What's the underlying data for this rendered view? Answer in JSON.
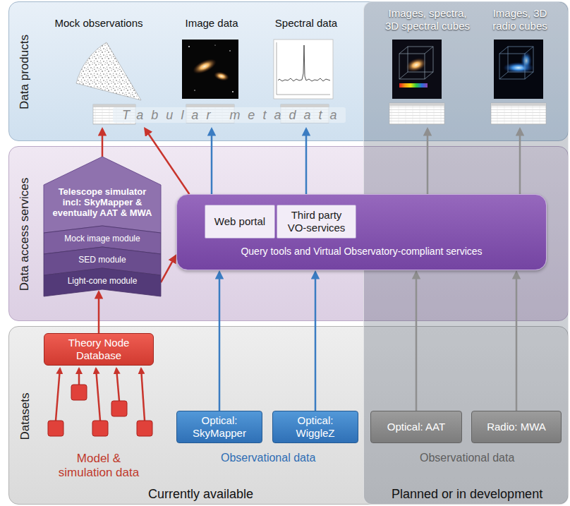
{
  "diagram": {
    "nodes": [
      {
        "text": [
          "Data products"
        ]
      },
      {
        "text": [
          "Data access services"
        ]
      },
      {
        "text": [
          "Datasets"
        ]
      },
      {
        "text": [
          "Mock observations"
        ],
        "in": 0
      },
      {
        "text": [
          "Image data"
        ],
        "in": 0
      },
      {
        "text": [
          "Spectral data"
        ],
        "in": 0
      },
      {
        "text": [
          "Images, spectra, 3D spectral cubes"
        ],
        "in": 0
      },
      {
        "text": [
          "Images, 3D radio cubes"
        ],
        "in": 0
      },
      {
        "text": [
          "Telescope simulator incl: SkyMapper & eventually AAT & MWA"
        ],
        "in": 1
      },
      {
        "text": [
          "Mock image module"
        ],
        "in": 8
      },
      {
        "text": [
          "SED module"
        ],
        "in": 8
      },
      {
        "text": [
          "Light-cone module"
        ],
        "in": 8
      },
      {
        "text": [
          "Query tools and Virtual Observatory-compliant services"
        ],
        "in": 1
      },
      {
        "text": [
          "Web portal"
        ],
        "in": 12
      },
      {
        "text": [
          "Third party VO-services"
        ],
        "in": 12
      },
      {
        "text": [
          "Theory Node Database"
        ],
        "in": 2
      },
      {
        "text": [
          "Optical: SkyMapper"
        ],
        "in": 2
      },
      {
        "text": [
          "Optical: WiggleZ"
        ],
        "in": 2
      },
      {
        "text": [
          "Optical: AAT"
        ],
        "in": 2
      },
      {
        "text": [
          "Radio: MWA"
        ],
        "in": 2
      }
    ],
    "edges": [
      {
        "from": 15,
        "to": 8,
        "arrow": "to"
      },
      {
        "from": 8,
        "to": 12,
        "arrow": "to"
      },
      {
        "from": 8,
        "to": 3,
        "arrow": "to"
      },
      {
        "from": 12,
        "to": 3,
        "arrow": "to"
      },
      {
        "from": 16,
        "to": 12,
        "arrow": "to"
      },
      {
        "from": 17,
        "to": 12,
        "arrow": "to"
      },
      {
        "from": 12,
        "to": 4,
        "arrow": "to"
      },
      {
        "from": 12,
        "to": 5,
        "arrow": "to"
      },
      {
        "from": 18,
        "to": 12,
        "arrow": "to"
      },
      {
        "from": 19,
        "to": 12,
        "arrow": "to"
      },
      {
        "from": 12,
        "to": 6,
        "arrow": "to"
      },
      {
        "from": 12,
        "to": 7,
        "arrow": "to"
      }
    ],
    "labels": [
      "Tabular metadata",
      "Model & simulation data",
      "Observational data",
      "Observational data",
      "Currently available",
      "Planned or in development"
    ]
  }
}
